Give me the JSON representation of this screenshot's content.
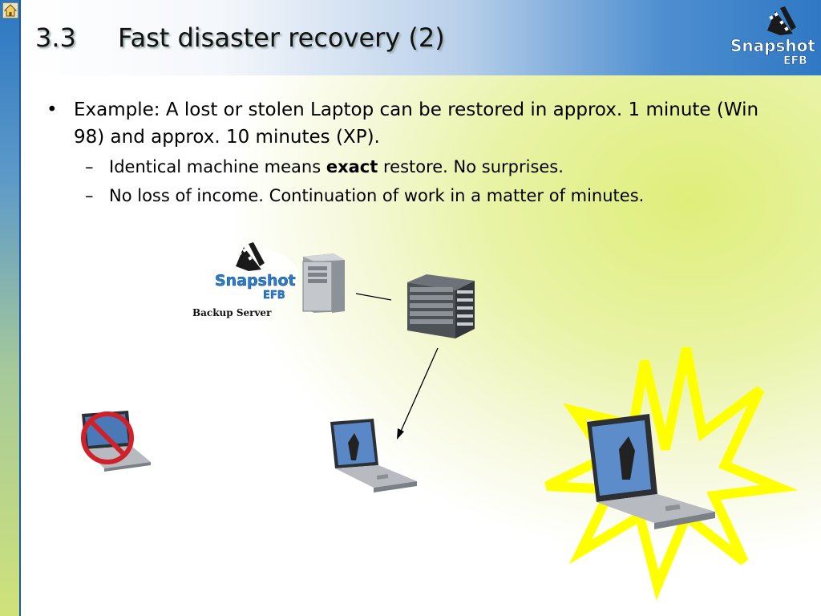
{
  "slide": {
    "title_number": "3.3",
    "title": "Fast disaster recovery (2)",
    "bullets": {
      "main": "Example: A lost or stolen Laptop can be restored in approx. 1 minute (Win 98) and approx. 10 minutes (XP).",
      "sub1_before": "Identical machine means ",
      "sub1_bold": "exact",
      "sub1_after": " restore. No surprises.",
      "sub2": "No loss of income. Continuation of work in a matter of minutes."
    },
    "bullet_marks": {
      "main": "•",
      "sub": "–"
    }
  },
  "logo": {
    "line1": "Snapshot",
    "line2": "EFB"
  },
  "diagram": {
    "caption": "Backup Server"
  },
  "icons": [
    "home-icon",
    "server-tower-icon",
    "server-rack-icon",
    "laptop-icon",
    "prohibited-icon",
    "burst-icon"
  ],
  "colors": {
    "accent_blue": "#2f78c4",
    "burst_yellow": "#ffff00",
    "prohibit_red": "#d0202a"
  }
}
